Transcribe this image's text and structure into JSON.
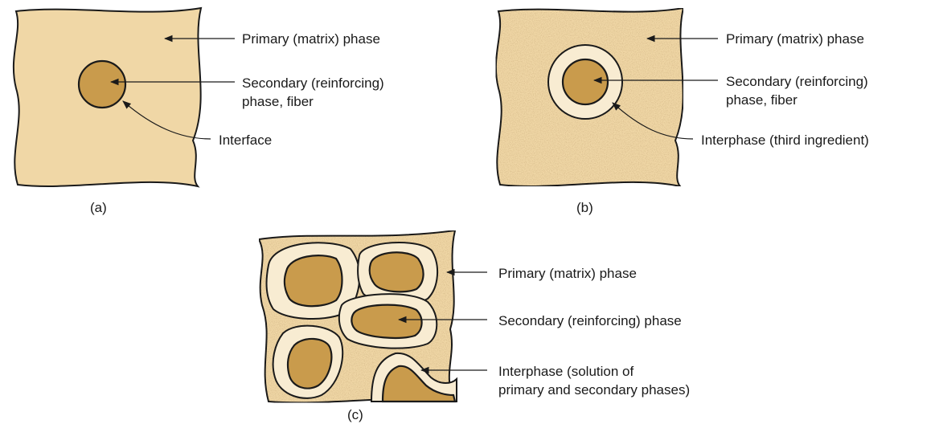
{
  "colors": {
    "matrix": "#f0d7a6",
    "fiber": "#c99b4c",
    "interphase": "#f8ecd2",
    "outline": "#1a1a1a"
  },
  "panel_a": {
    "caption": "(a)",
    "labels": {
      "primary": "Primary (matrix) phase",
      "secondary_line1": "Secondary (reinforcing)",
      "secondary_line2": "phase, fiber",
      "interface": "Interface"
    }
  },
  "panel_b": {
    "caption": "(b)",
    "labels": {
      "primary": "Primary (matrix) phase",
      "secondary_line1": "Secondary (reinforcing)",
      "secondary_line2": "phase, fiber",
      "interphase": "Interphase (third ingredient)"
    }
  },
  "panel_c": {
    "caption": "(c)",
    "labels": {
      "primary": "Primary (matrix) phase",
      "secondary": "Secondary (reinforcing) phase",
      "interphase_line1": "Interphase (solution of",
      "interphase_line2": "primary and secondary phases)"
    }
  }
}
